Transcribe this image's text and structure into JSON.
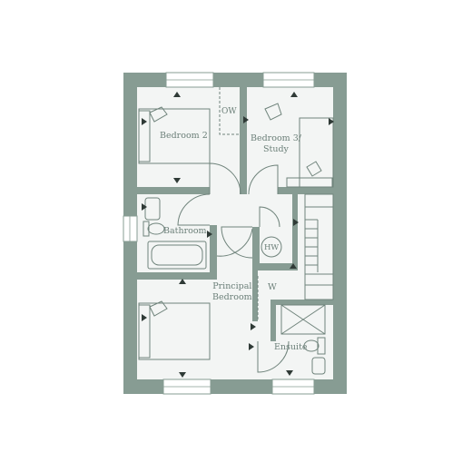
{
  "labels": {
    "bedroom2": "Bedroom 2",
    "ow": "OW",
    "bedroom3_line1": "Bedroom 3/",
    "bedroom3_line2": "Study",
    "bathroom": "Bathroom",
    "hw": "HW",
    "principal_line1": "Principal",
    "principal_line2": "Bedroom",
    "w": "W",
    "ensuite": "Ensuite"
  },
  "colors": {
    "wall": "#879c93",
    "floor": "#f3f5f4",
    "line": "#6f837b",
    "marker": "#2f3a36",
    "window": "#ffffff"
  }
}
